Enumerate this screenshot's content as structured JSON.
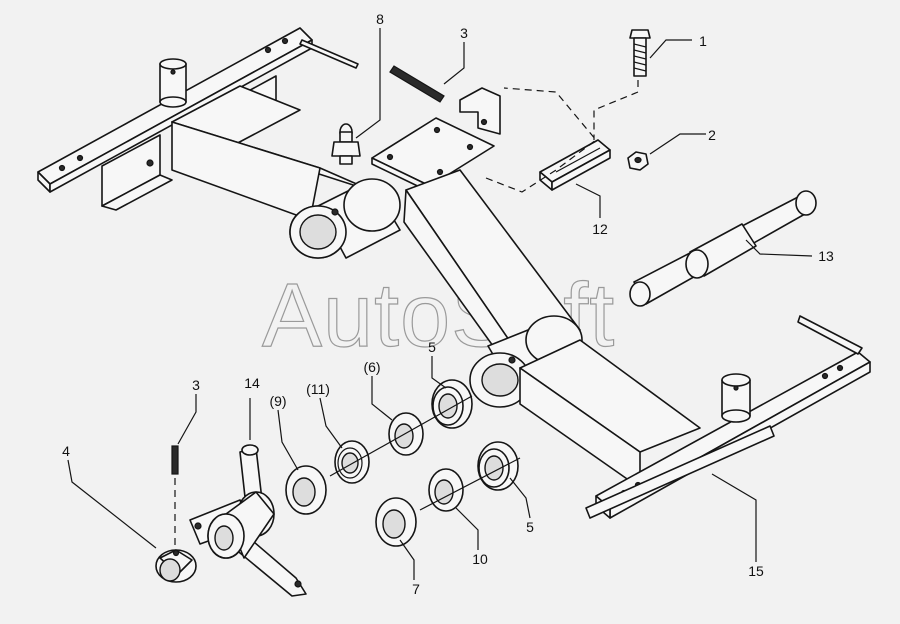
{
  "watermark": "AutoSoft",
  "callouts": {
    "c1": "1",
    "c2": "2",
    "c3_top": "3",
    "c8": "8",
    "c12": "12",
    "c13": "13",
    "c5_upper": "5",
    "c6": "(6)",
    "c11": "(11)",
    "c9": "(9)",
    "c14": "14",
    "c3_left": "3",
    "c4": "4",
    "c5_lower": "5",
    "c10": "10",
    "c7": "7",
    "c15": "15"
  },
  "colors": {
    "background": "#f2f2f2",
    "line": "#151515",
    "watermark": "#9a9a9a"
  }
}
